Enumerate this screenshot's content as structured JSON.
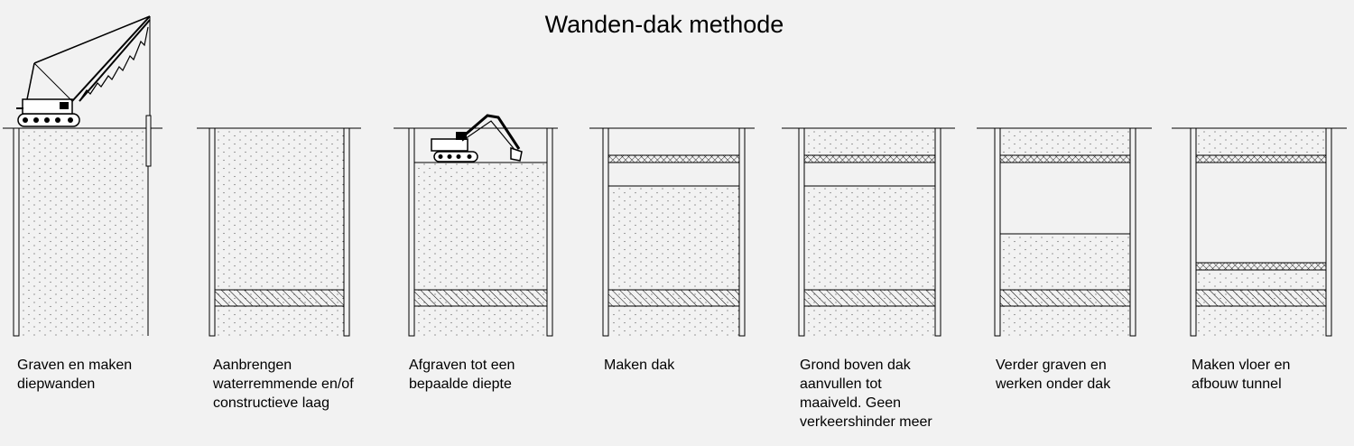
{
  "title": "Wanden-dak methode",
  "steps": [
    {
      "caption": "Graven en maken\ndiepwanden"
    },
    {
      "caption": "Aanbrengen\nwaterremmende en/of\nconstructieve laag"
    },
    {
      "caption": "Afgraven tot een\nbepaalde diepte"
    },
    {
      "caption": "Maken dak"
    },
    {
      "caption": "Grond boven dak\naanvullen tot\nmaaiveld. Geen\nverkeershinder meer"
    },
    {
      "caption": "Verder graven en\nwerken onder dak"
    },
    {
      "caption": "Maken vloer en\nafbouw tunnel"
    }
  ],
  "colors": {
    "background": "#f2f2f2",
    "line": "#000000"
  }
}
